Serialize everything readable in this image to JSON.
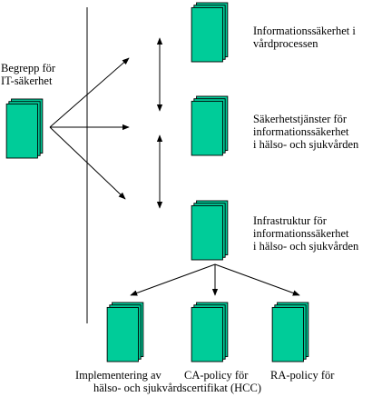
{
  "colors": {
    "doc_fill": "#00cc99",
    "outline": "#000000",
    "background": "#ffffff"
  },
  "source": {
    "lines": [
      "Begrepp för",
      "IT-säkerhet"
    ]
  },
  "documents": [
    {
      "lines": [
        "Informationssäkerhet i",
        "vårdprocessen"
      ]
    },
    {
      "lines": [
        "Säkerhetstjänster för",
        "informationssäkerhet",
        "i hälso- och sjukvården"
      ]
    },
    {
      "lines": [
        "Infrastruktur för",
        "informationssäkerhet",
        "i hälso- och sjukvården"
      ]
    }
  ],
  "sub_documents": {
    "row1": [
      {
        "text": "Implementering av"
      },
      {
        "text": "CA-policy för"
      },
      {
        "text": "RA-policy för"
      }
    ],
    "row2": "hälso- och sjukvårdscertifikat (HCC)"
  },
  "icons": [
    "document-stack-icon"
  ]
}
